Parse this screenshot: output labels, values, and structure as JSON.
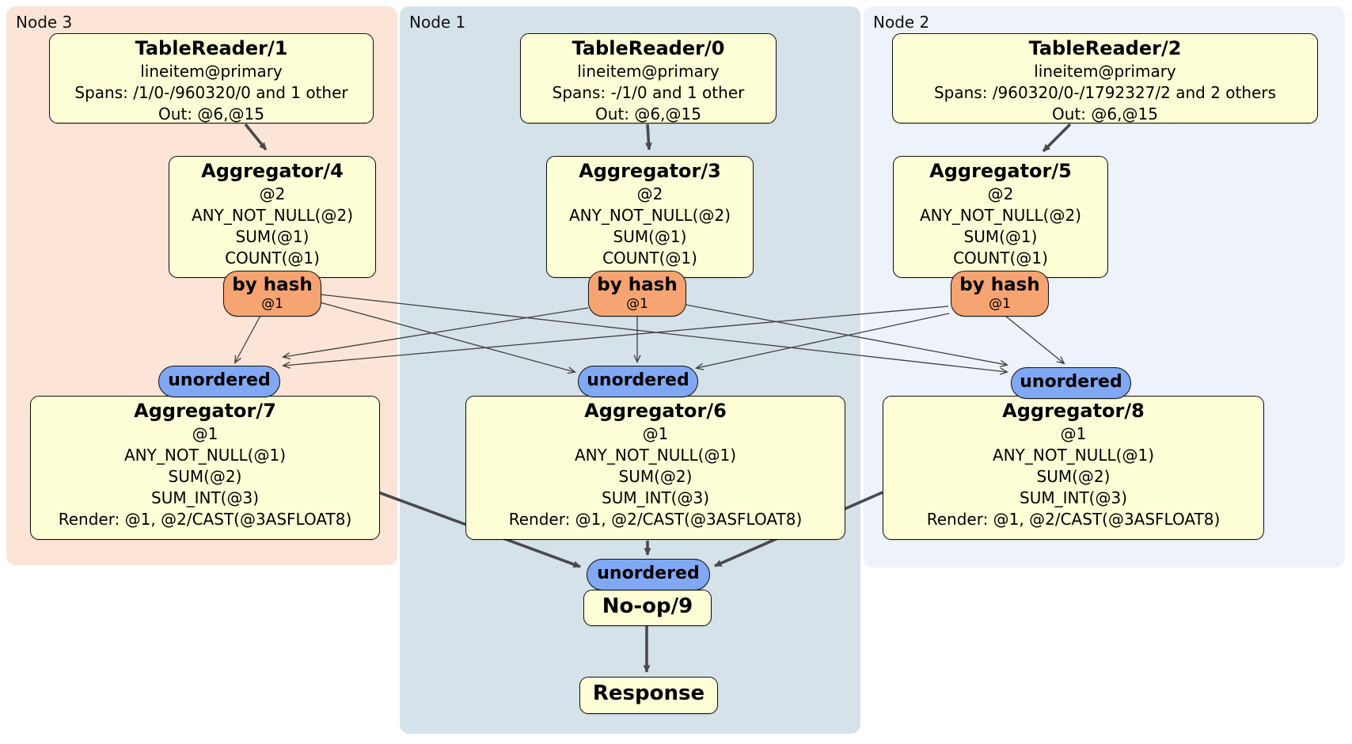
{
  "colors": {
    "bg-node3": "#fce4d7",
    "bg-node1": "#d5e2ea",
    "bg-node2": "#eef2fb",
    "box": "#ffffd7",
    "router": "#f6a471",
    "sync": "#80a8f4",
    "edge": "#4a4a4a"
  },
  "regions": [
    {
      "label": "Node 3"
    },
    {
      "label": "Node 1"
    },
    {
      "label": "Node 2"
    }
  ],
  "router": {
    "label": "by hash",
    "detail": "@1"
  },
  "sync": {
    "label": "unordered"
  },
  "processors": {
    "tr1": {
      "title": "TableReader/1",
      "l1": "lineitem@primary",
      "l2": "Spans: /1/0-/960320/0 and 1 other",
      "l3": "Out: @6,@15"
    },
    "tr0": {
      "title": "TableReader/0",
      "l1": "lineitem@primary",
      "l2": "Spans: -/1/0 and 1 other",
      "l3": "Out: @6,@15"
    },
    "tr2": {
      "title": "TableReader/2",
      "l1": "lineitem@primary",
      "l2": "Spans: /960320/0-/1792327/2 and 2 others",
      "l3": "Out: @6,@15"
    },
    "agg4": {
      "title": "Aggregator/4",
      "l1": "@2",
      "l2": "ANY_NOT_NULL(@2)",
      "l3": "SUM(@1)",
      "l4": "COUNT(@1)"
    },
    "agg3": {
      "title": "Aggregator/3",
      "l1": "@2",
      "l2": "ANY_NOT_NULL(@2)",
      "l3": "SUM(@1)",
      "l4": "COUNT(@1)"
    },
    "agg5": {
      "title": "Aggregator/5",
      "l1": "@2",
      "l2": "ANY_NOT_NULL(@2)",
      "l3": "SUM(@1)",
      "l4": "COUNT(@1)"
    },
    "agg7": {
      "title": "Aggregator/7",
      "l1": "@1",
      "l2": "ANY_NOT_NULL(@1)",
      "l3": "SUM(@2)",
      "l4": "SUM_INT(@3)",
      "l5": "Render: @1, @2/CAST(@3ASFLOAT8)"
    },
    "agg6": {
      "title": "Aggregator/6",
      "l1": "@1",
      "l2": "ANY_NOT_NULL(@1)",
      "l3": "SUM(@2)",
      "l4": "SUM_INT(@3)",
      "l5": "Render: @1, @2/CAST(@3ASFLOAT8)"
    },
    "agg8": {
      "title": "Aggregator/8",
      "l1": "@1",
      "l2": "ANY_NOT_NULL(@1)",
      "l3": "SUM(@2)",
      "l4": "SUM_INT(@3)",
      "l5": "Render: @1, @2/CAST(@3ASFLOAT8)"
    },
    "noop": {
      "title": "No-op/9"
    },
    "response": {
      "title": "Response"
    }
  },
  "edges": [
    {
      "from": "TableReader/1",
      "to": "Aggregator/4"
    },
    {
      "from": "TableReader/0",
      "to": "Aggregator/3"
    },
    {
      "from": "TableReader/2",
      "to": "Aggregator/5"
    },
    {
      "from": "by-hash-router-4",
      "to": "unordered-sync-left"
    },
    {
      "from": "by-hash-router-4",
      "to": "unordered-sync-middle"
    },
    {
      "from": "by-hash-router-4",
      "to": "unordered-sync-right"
    },
    {
      "from": "by-hash-router-3",
      "to": "unordered-sync-left"
    },
    {
      "from": "by-hash-router-3",
      "to": "unordered-sync-middle"
    },
    {
      "from": "by-hash-router-3",
      "to": "unordered-sync-right"
    },
    {
      "from": "by-hash-router-5",
      "to": "unordered-sync-left"
    },
    {
      "from": "by-hash-router-5",
      "to": "unordered-sync-middle"
    },
    {
      "from": "by-hash-router-5",
      "to": "unordered-sync-right"
    },
    {
      "from": "Aggregator/7",
      "to": "unordered-sync-final"
    },
    {
      "from": "Aggregator/6",
      "to": "unordered-sync-final"
    },
    {
      "from": "Aggregator/8",
      "to": "unordered-sync-final"
    },
    {
      "from": "No-op/9",
      "to": "Response"
    }
  ]
}
